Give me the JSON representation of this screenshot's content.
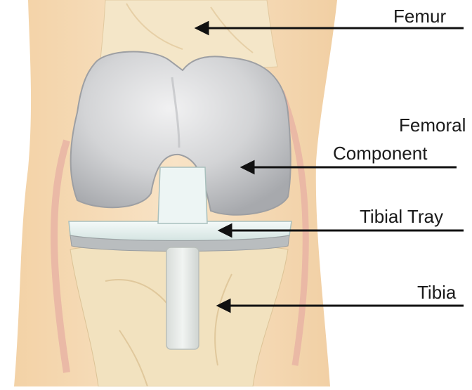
{
  "labels": {
    "femur": "Femur",
    "femoral_line1": "Femoral",
    "femoral_line2": "Component",
    "tibial_tray": "Tibial Tray",
    "tibia": "Tibia"
  },
  "colors": {
    "skin": "#f6dcb8",
    "bone": "#f2e4c4",
    "metal": "#c9cacc",
    "tray": "#e6f0ef",
    "ligament": "#e8b4a8",
    "arrow": "#111111"
  }
}
